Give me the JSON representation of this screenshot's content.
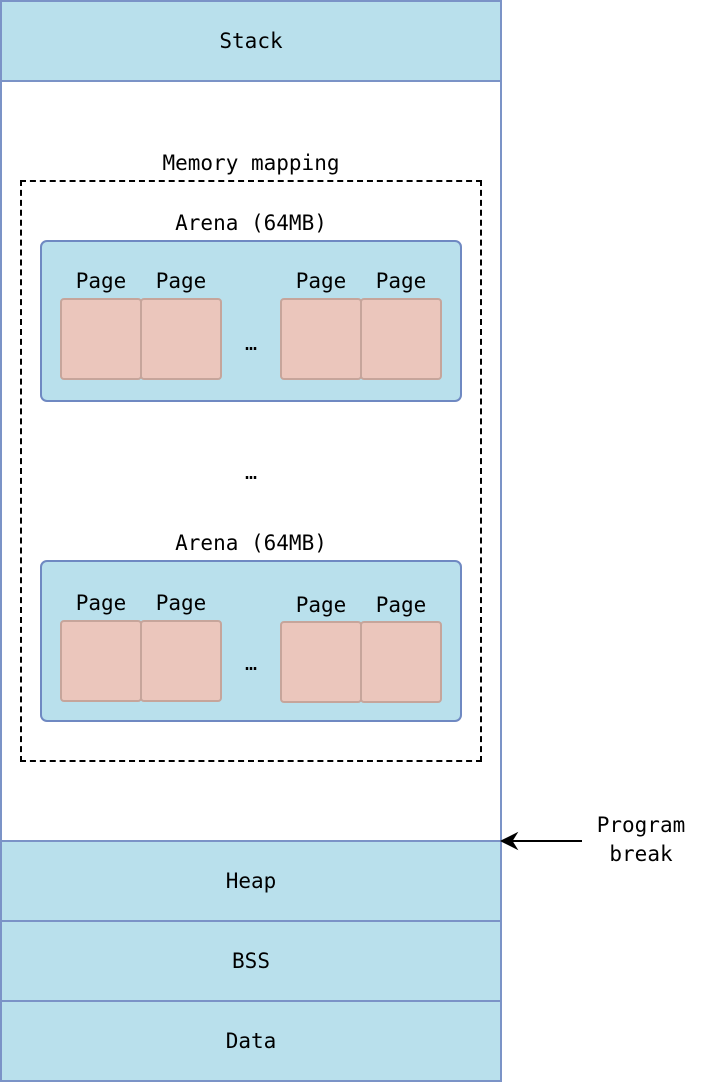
{
  "segments": {
    "stack": "Stack",
    "heap": "Heap",
    "bss": "BSS",
    "data": "Data"
  },
  "memory_mapping": {
    "title": "Memory mapping",
    "gap_ellipsis": "…",
    "arenas": [
      {
        "title": "Arena (64MB)",
        "page_labels": [
          "Page",
          "Page",
          "Page",
          "Page"
        ],
        "ellipsis": "…"
      },
      {
        "title": "Arena (64MB)",
        "page_labels": [
          "Page",
          "Page",
          "Page",
          "Page"
        ],
        "ellipsis": "…"
      }
    ]
  },
  "program_break": {
    "line1": "Program",
    "line2": "break"
  },
  "colors": {
    "segment_fill": "#b9e0ec",
    "segment_border": "#7b93c7",
    "page_fill": "#ebc6bc",
    "page_border": "#c6a59b"
  }
}
